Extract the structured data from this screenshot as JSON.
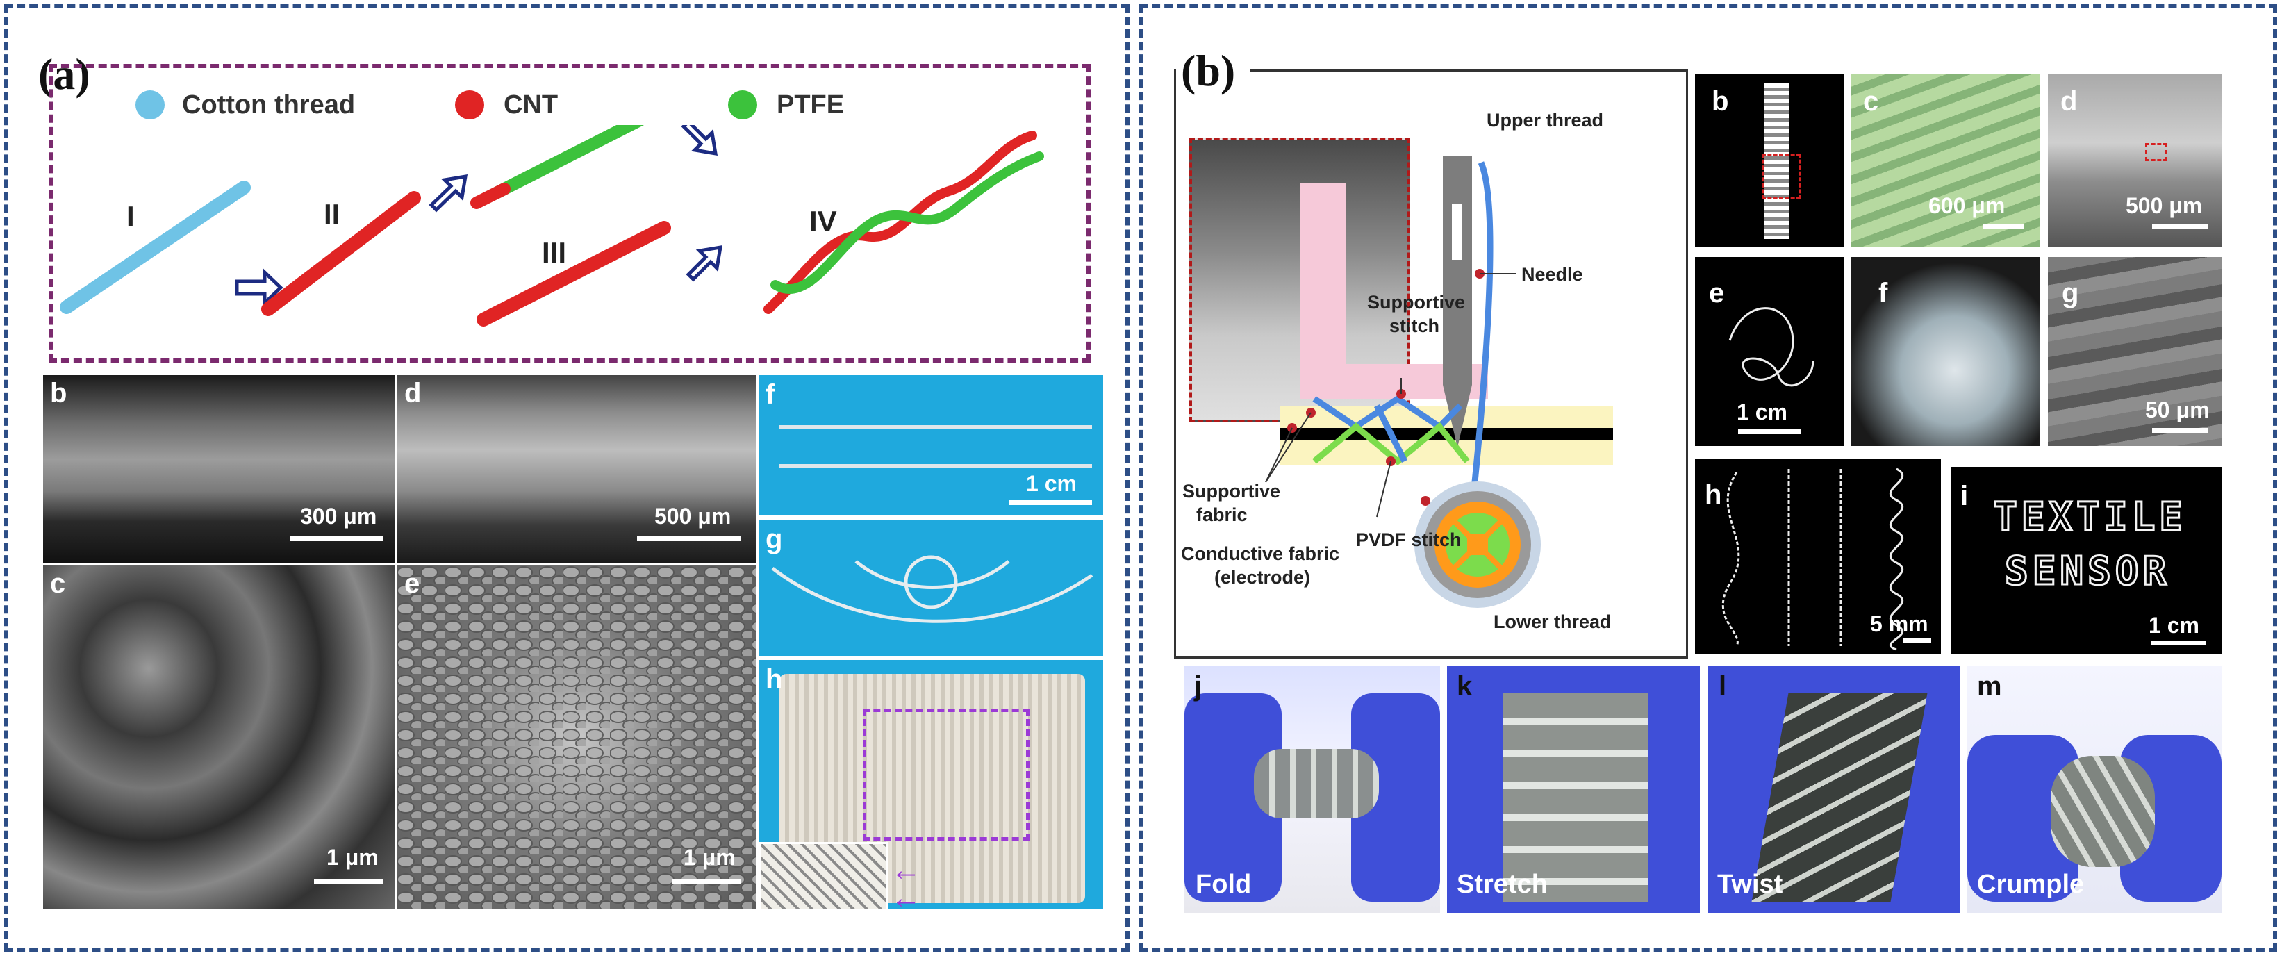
{
  "panel_a": {
    "letter": "(a)",
    "legend": {
      "cotton": "Cotton thread",
      "cnt": "CNT",
      "ptfe": "PTFE"
    },
    "steps": {
      "s1": "I",
      "s2": "II",
      "s3": "III",
      "s4": "IV"
    },
    "sem": {
      "b": {
        "label": "b",
        "scale": "300 μm"
      },
      "d": {
        "label": "d",
        "scale": "500 μm"
      },
      "c": {
        "label": "c",
        "scale": "1 μm"
      },
      "e": {
        "label": "e",
        "scale": "1 μm"
      },
      "f": {
        "label": "f",
        "scale": "1 cm"
      },
      "g": {
        "label": "g"
      },
      "h": {
        "label": "h"
      }
    }
  },
  "panel_b": {
    "letter": "(b)",
    "diagram": {
      "upper_thread": "Upper thread",
      "needle": "Needle",
      "supportive_stitch_1": "Supportive",
      "supportive_stitch_2": "stitch",
      "supportive_fabric_1": "Supportive",
      "supportive_fabric_2": "fabric",
      "pvdf_stitch": "PVDF stitch",
      "conductive_1": "Conductive fabric",
      "conductive_2": "(electrode)",
      "lower_thread": "Lower thread"
    },
    "images": {
      "b": {
        "label": "b"
      },
      "c": {
        "label": "c",
        "scale": "600 μm"
      },
      "d": {
        "label": "d",
        "scale": "500 μm"
      },
      "e": {
        "label": "e",
        "scale": "1 cm"
      },
      "f": {
        "label": "f"
      },
      "g": {
        "label": "g",
        "scale": "50 μm"
      },
      "h": {
        "label": "h",
        "scale": "5 mm"
      },
      "i": {
        "label": "i",
        "scale": "1 cm",
        "line1": "TEXTILE",
        "line2": "SENSOR"
      }
    },
    "photos": {
      "j": {
        "label": "j",
        "action": "Fold"
      },
      "k": {
        "label": "k",
        "action": "Stretch"
      },
      "l": {
        "label": "l",
        "action": "Twist"
      },
      "m": {
        "label": "m",
        "action": "Crumple"
      }
    }
  },
  "colors": {
    "frame": "#2d4e86",
    "cotton": "#6fc3e6",
    "cnt": "#e02424",
    "ptfe": "#3cc23c",
    "purple_dash": "#7b2a6e",
    "cyan_bg": "#1fa9dd",
    "glove": "#3f4fd8"
  }
}
